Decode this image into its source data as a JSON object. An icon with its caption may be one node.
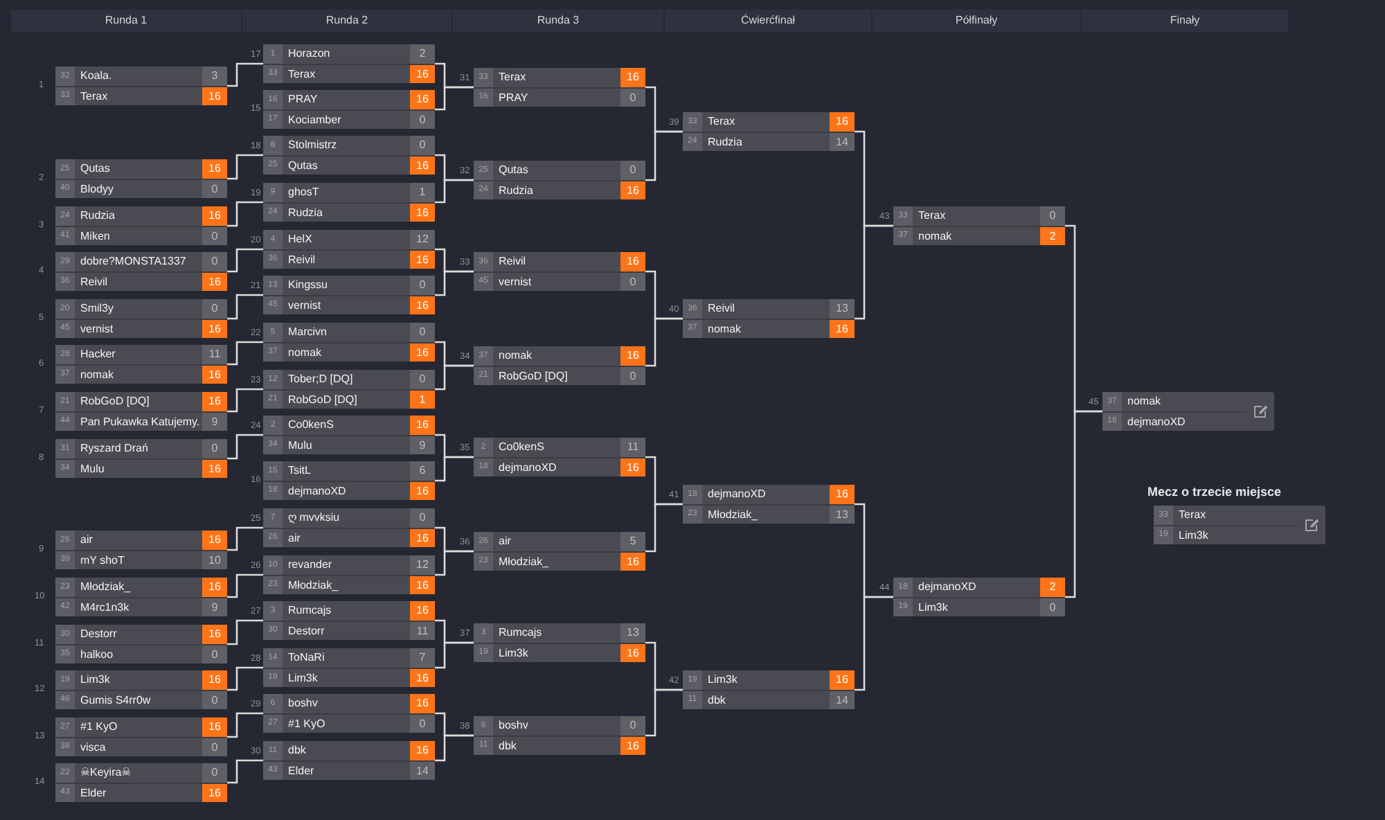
{
  "diagram": {
    "nodes": [
      {
        "text": [
          "32",
          "Koala.",
          "3",
          "33",
          "Terax",
          "16"
        ],
        "beside": [
          "1"
        ]
      },
      {
        "text": [
          "25",
          "Qutas",
          "16",
          "40",
          "Blodyy",
          "0"
        ],
        "beside": [
          "2"
        ]
      },
      {
        "text": [
          "24",
          "Rudzia",
          "16",
          "41",
          "Miken",
          "0"
        ],
        "beside": [
          "3"
        ]
      },
      {
        "text": [
          "29",
          "dobre?MONSTA1337",
          "0",
          "36",
          "Reivil",
          "16"
        ],
        "beside": [
          "4"
        ]
      },
      {
        "text": [
          "20",
          "Smil3y",
          "0",
          "45",
          "vernist",
          "16"
        ],
        "beside": [
          "5"
        ]
      },
      {
        "text": [
          "28",
          "Hacker",
          "11",
          "37",
          "nomak",
          "16"
        ],
        "beside": [
          "6"
        ]
      },
      {
        "text": [
          "21",
          "RobGoD [DQ]",
          "16",
          "44",
          "Pan Pukawka Katujemy.",
          "9"
        ],
        "beside": [
          "7"
        ]
      },
      {
        "text": [
          "31",
          "Ryszard Drań",
          "0",
          "34",
          "Mulu",
          "16"
        ],
        "beside": [
          "8"
        ]
      },
      {
        "text": [
          "26",
          "air",
          "16",
          "39",
          "mY shoT",
          "10"
        ],
        "beside": [
          "9"
        ]
      },
      {
        "text": [
          "23",
          "Młodziak_",
          "16",
          "42",
          "M4rc1n3k",
          "9"
        ],
        "beside": [
          "10"
        ]
      },
      {
        "text": [
          "30",
          "Destorr",
          "16",
          "35",
          "halkoo",
          "0"
        ],
        "beside": [
          "11"
        ]
      },
      {
        "text": [
          "19",
          "Lim3k",
          "16",
          "46",
          "Gumis S4rr0w",
          "0"
        ],
        "beside": [
          "12"
        ]
      },
      {
        "text": [
          "27",
          "#1 KyO",
          "16",
          "38",
          "visca",
          "0"
        ],
        "beside": [
          "13"
        ]
      },
      {
        "text": [
          "22",
          "☠Keyira☠",
          "0",
          "43",
          "Elder",
          "16"
        ],
        "beside": [
          "14"
        ]
      },
      {
        "text": [
          "1",
          "Horazon",
          "2",
          "33",
          "Terax",
          "16"
        ],
        "beside": [
          "17"
        ]
      },
      {
        "text": [
          "16",
          "PRAY",
          "16",
          "17",
          "Kociamber",
          "0"
        ],
        "beside": [
          "15"
        ]
      },
      {
        "text": [
          "8",
          "Stolmistrz",
          "0",
          "25",
          "Qutas",
          "16"
        ],
        "beside": [
          "18"
        ]
      },
      {
        "text": [
          "9",
          "ghosT",
          "1",
          "24",
          "Rudzia",
          "16"
        ],
        "beside": [
          "19"
        ]
      },
      {
        "text": [
          "4",
          "HelX",
          "12",
          "36",
          "Reivil",
          "16"
        ],
        "beside": [
          "20"
        ]
      },
      {
        "text": [
          "13",
          "Kingssu",
          "0",
          "45",
          "vernist",
          "16"
        ],
        "beside": [
          "21"
        ]
      },
      {
        "text": [
          "5",
          "Marcivn",
          "0",
          "37",
          "nomak",
          "16"
        ],
        "beside": [
          "22"
        ]
      },
      {
        "text": [
          "12",
          "Tober;D [DQ]",
          "0",
          "21",
          "RobGoD [DQ]",
          "1"
        ],
        "beside": [
          "23"
        ]
      },
      {
        "text": [
          "2",
          "Co0kenS",
          "16",
          "34",
          "Mulu",
          "9"
        ],
        "beside": [
          "24"
        ]
      },
      {
        "text": [
          "15",
          "TsitL",
          "6",
          "18",
          "dejmanoXD",
          "16"
        ],
        "beside": [
          "16"
        ]
      },
      {
        "text": [
          "7",
          "ღ mvvksiu",
          "0",
          "26",
          "air",
          "16"
        ],
        "beside": [
          "25"
        ]
      },
      {
        "text": [
          "10",
          "revander",
          "12",
          "23",
          "Młodziak_",
          "16"
        ],
        "beside": [
          "26"
        ]
      },
      {
        "text": [
          "3",
          "Rumcajs",
          "16",
          "30",
          "Destorr",
          "11"
        ],
        "beside": [
          "27"
        ]
      },
      {
        "text": [
          "14",
          "ToNaRi",
          "7",
          "19",
          "Lim3k",
          "16"
        ],
        "beside": [
          "28"
        ]
      },
      {
        "text": [
          "6",
          "boshv",
          "16",
          "27",
          "#1 KyO",
          "0"
        ],
        "beside": [
          "29"
        ]
      },
      {
        "text": [
          "11",
          "dbk",
          "16",
          "43",
          "Elder",
          "14"
        ],
        "beside": [
          "30"
        ]
      },
      {
        "text": [
          "33",
          "Terax",
          "16",
          "16",
          "PRAY",
          "0"
        ],
        "beside": [
          "31"
        ]
      },
      {
        "text": [
          "25",
          "Qutas",
          "0",
          "24",
          "Rudzia",
          "16"
        ],
        "beside": [
          "32"
        ]
      },
      {
        "text": [
          "36",
          "Reivil",
          "16",
          "45",
          "vernist",
          "0"
        ],
        "beside": [
          "33"
        ]
      },
      {
        "text": [
          "37",
          "nomak",
          "16",
          "21",
          "RobGoD [DQ]",
          "0"
        ],
        "beside": [
          "34"
        ]
      },
      {
        "text": [
          "2",
          "Co0kenS",
          "11",
          "18",
          "dejmanoXD",
          "16"
        ],
        "beside": [
          "35"
        ]
      },
      {
        "text": [
          "26",
          "air",
          "5",
          "23",
          "Młodziak_",
          "16"
        ],
        "beside": [
          "36"
        ]
      },
      {
        "text": [
          "3",
          "Rumcajs",
          "13",
          "19",
          "Lim3k",
          "16"
        ],
        "beside": [
          "37"
        ]
      },
      {
        "text": [
          "6",
          "boshv",
          "0",
          "11",
          "dbk",
          "16"
        ],
        "beside": [
          "38"
        ]
      },
      {
        "text": [
          "33",
          "Terax",
          "16",
          "24",
          "Rudzia",
          "14"
        ],
        "beside": [
          "39"
        ]
      },
      {
        "text": [
          "36",
          "Reivil",
          "13",
          "37",
          "nomak",
          "16"
        ],
        "beside": [
          "40"
        ]
      },
      {
        "text": [
          "18",
          "dejmanoXD",
          "16",
          "23",
          "Młodziak_",
          "13"
        ],
        "beside": [
          "41"
        ]
      },
      {
        "text": [
          "19",
          "Lim3k",
          "16",
          "11",
          "dbk",
          "14"
        ],
        "beside": [
          "42"
        ]
      },
      {
        "text": [
          "33",
          "Terax",
          "0",
          "37",
          "nomak",
          "2"
        ],
        "beside": [
          "43"
        ]
      },
      {
        "text": [
          "18",
          "dejmanoXD",
          "2",
          "19",
          "Lim3k",
          "0"
        ],
        "beside": [
          "44"
        ]
      },
      {
        "text": [
          "37",
          "nomak",
          "18",
          "dejmanoXD"
        ],
        "beside": [
          "45"
        ]
      },
      {
        "text": [
          "33",
          "Terax",
          "19",
          "Lim3k"
        ],
        "beside": [
          "Mecz o trzecie miejsce"
        ]
      }
    ],
    "edges": [
      {
        "from": 0,
        "to": 14,
        "arrow": "none"
      },
      {
        "from": 1,
        "to": 16,
        "arrow": "none"
      },
      {
        "from": 2,
        "to": 17,
        "arrow": "none"
      },
      {
        "from": 3,
        "to": 18,
        "arrow": "none"
      },
      {
        "from": 4,
        "to": 19,
        "arrow": "none"
      },
      {
        "from": 5,
        "to": 20,
        "arrow": "none"
      },
      {
        "from": 6,
        "to": 21,
        "arrow": "none"
      },
      {
        "from": 7,
        "to": 22,
        "arrow": "none"
      },
      {
        "from": 8,
        "to": 24,
        "arrow": "none"
      },
      {
        "from": 9,
        "to": 25,
        "arrow": "none"
      },
      {
        "from": 10,
        "to": 26,
        "arrow": "none"
      },
      {
        "from": 11,
        "to": 27,
        "arrow": "none"
      },
      {
        "from": 12,
        "to": 28,
        "arrow": "none"
      },
      {
        "from": 13,
        "to": 29,
        "arrow": "none"
      },
      {
        "from": 14,
        "to": 30,
        "arrow": "none"
      },
      {
        "from": 15,
        "to": 30,
        "arrow": "none"
      },
      {
        "from": 16,
        "to": 31,
        "arrow": "none"
      },
      {
        "from": 17,
        "to": 31,
        "arrow": "none"
      },
      {
        "from": 18,
        "to": 32,
        "arrow": "none"
      },
      {
        "from": 19,
        "to": 32,
        "arrow": "none"
      },
      {
        "from": 20,
        "to": 33,
        "arrow": "none"
      },
      {
        "from": 21,
        "to": 33,
        "arrow": "none"
      },
      {
        "from": 22,
        "to": 34,
        "arrow": "none"
      },
      {
        "from": 23,
        "to": 34,
        "arrow": "none"
      },
      {
        "from": 24,
        "to": 35,
        "arrow": "none"
      },
      {
        "from": 25,
        "to": 35,
        "arrow": "none"
      },
      {
        "from": 26,
        "to": 36,
        "arrow": "none"
      },
      {
        "from": 27,
        "to": 36,
        "arrow": "none"
      },
      {
        "from": 28,
        "to": 37,
        "arrow": "none"
      },
      {
        "from": 29,
        "to": 37,
        "arrow": "none"
      },
      {
        "from": 30,
        "to": 38,
        "arrow": "none"
      },
      {
        "from": 31,
        "to": 38,
        "arrow": "none"
      },
      {
        "from": 32,
        "to": 39,
        "arrow": "none"
      },
      {
        "from": 33,
        "to": 39,
        "arrow": "none"
      },
      {
        "from": 34,
        "to": 40,
        "arrow": "none"
      },
      {
        "from": 35,
        "to": 40,
        "arrow": "none"
      },
      {
        "from": 36,
        "to": 41,
        "arrow": "none"
      },
      {
        "from": 37,
        "to": 41,
        "arrow": "none"
      },
      {
        "from": 38,
        "to": 42,
        "arrow": "none"
      },
      {
        "from": 39,
        "to": 42,
        "arrow": "none"
      },
      {
        "from": 40,
        "to": 43,
        "arrow": "none"
      },
      {
        "from": 41,
        "to": 43,
        "arrow": "none"
      },
      {
        "from": 42,
        "to": 44,
        "arrow": "none"
      },
      {
        "from": 43,
        "to": 44,
        "arrow": "none"
      }
    ],
    "labels": [
      "Runda 1",
      "Runda 2",
      "Runda 3",
      "Ćwierćfinał",
      "Półfinały",
      "Finały"
    ]
  }
}
